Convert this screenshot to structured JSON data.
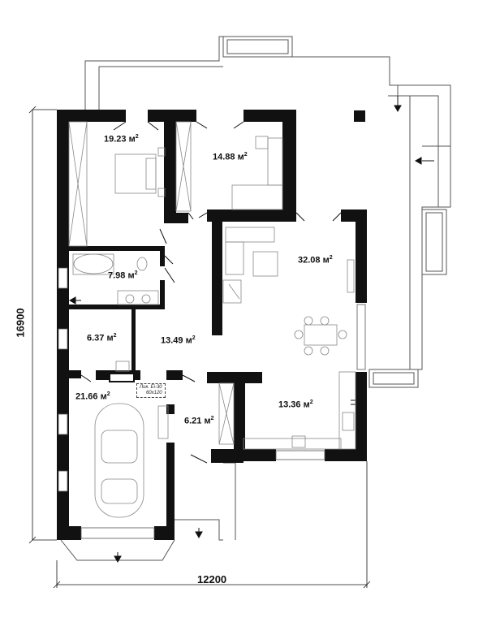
{
  "plan": {
    "dimensions": {
      "width": "12200",
      "height": "16900"
    },
    "unit": "м",
    "rooms": [
      {
        "id": "bedroom",
        "area": "19.23"
      },
      {
        "id": "room2",
        "area": "14.88"
      },
      {
        "id": "living",
        "area": "32.08"
      },
      {
        "id": "bathroom",
        "area": "7.98"
      },
      {
        "id": "small-room",
        "area": "6.37"
      },
      {
        "id": "hall",
        "area": "13.49"
      },
      {
        "id": "garage",
        "area": "21.66"
      },
      {
        "id": "vestibule",
        "area": "6.21"
      },
      {
        "id": "kitchen",
        "area": "13.36"
      }
    ],
    "boiler_note": {
      "line1": "Лик. Ei-30",
      "line2": "60х120"
    }
  }
}
